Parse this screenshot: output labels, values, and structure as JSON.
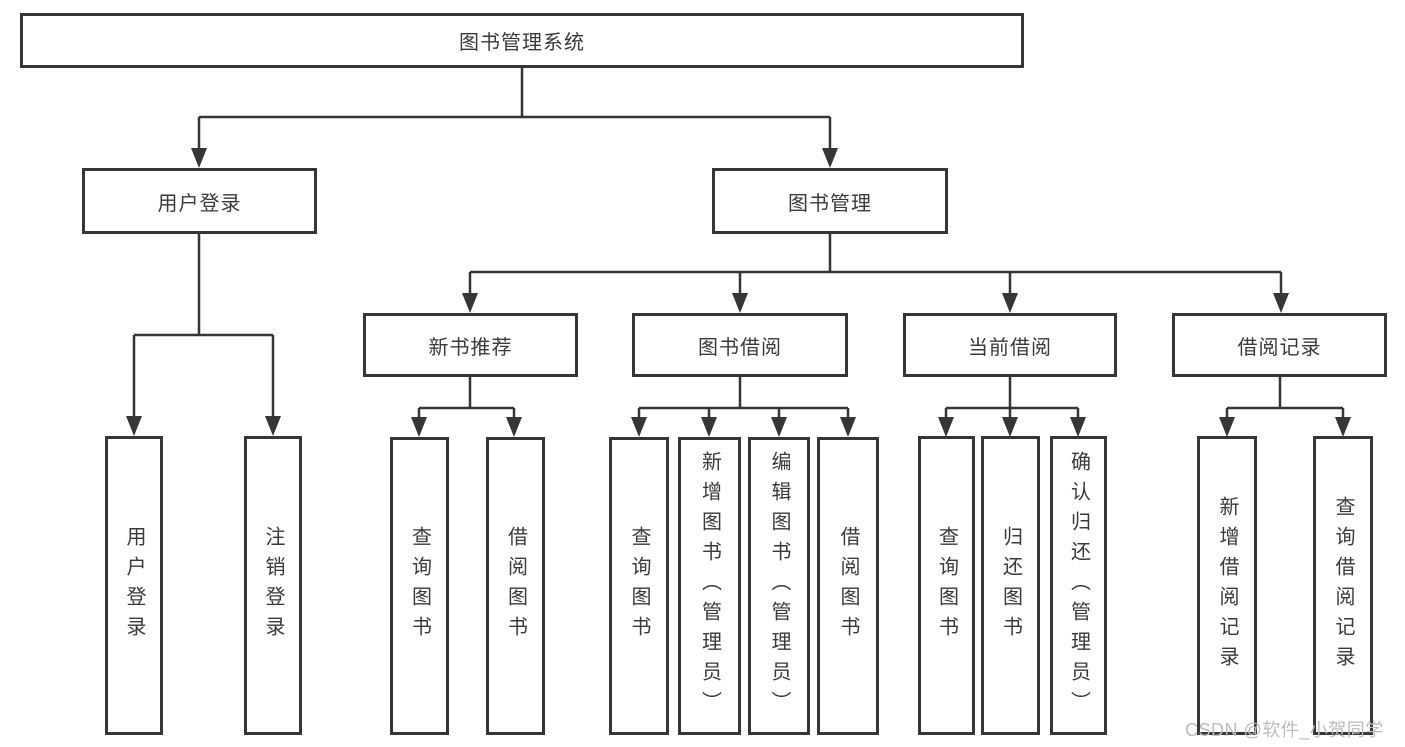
{
  "diagram": {
    "root": {
      "label": "图书管理系统"
    },
    "level2": [
      {
        "label": "用户登录",
        "children": [
          {
            "label": "用户登录"
          },
          {
            "label": "注销登录"
          }
        ]
      },
      {
        "label": "图书管理",
        "children": [
          {
            "label": "新书推荐",
            "children": [
              {
                "label": "查询图书"
              },
              {
                "label": "借阅图书"
              }
            ]
          },
          {
            "label": "图书借阅",
            "children": [
              {
                "label": "查询图书"
              },
              {
                "label": "新增图书（管理员）"
              },
              {
                "label": "编辑图书（管理员）"
              },
              {
                "label": "借阅图书"
              }
            ]
          },
          {
            "label": "当前借阅",
            "children": [
              {
                "label": "查询图书"
              },
              {
                "label": "归还图书"
              },
              {
                "label": "确认归还（管理员）"
              }
            ]
          },
          {
            "label": "借阅记录",
            "children": [
              {
                "label": "新增借阅记录"
              },
              {
                "label": "查询借阅记录"
              }
            ]
          }
        ]
      }
    ]
  },
  "watermark": {
    "text": "CSDN @软件_小贺同学"
  },
  "colors": {
    "line": "#363636",
    "box_border": "#363636",
    "box_background": "#ffffff",
    "text": "#3a3a3a",
    "watermark": "#bcbcbc"
  }
}
